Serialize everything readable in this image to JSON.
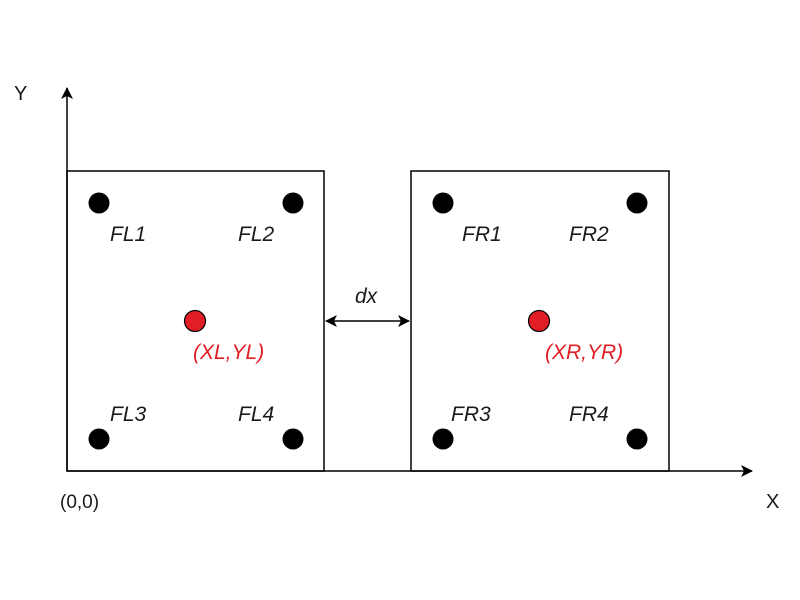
{
  "axes": {
    "y_label": "Y",
    "x_label": "X",
    "origin_label": "(0,0)"
  },
  "gap": {
    "label": "dx"
  },
  "left_box": {
    "feet": [
      "FL1",
      "FL2",
      "FL3",
      "FL4"
    ],
    "center_label": "(XL,YL)"
  },
  "right_box": {
    "feet": [
      "FR1",
      "FR2",
      "FR3",
      "FR4"
    ],
    "center_label": "(XR,YR)"
  },
  "colors": {
    "foot_fill": "#000000",
    "center_fill": "#e01e24",
    "center_label": "#e01e24",
    "stroke": "#000000"
  }
}
